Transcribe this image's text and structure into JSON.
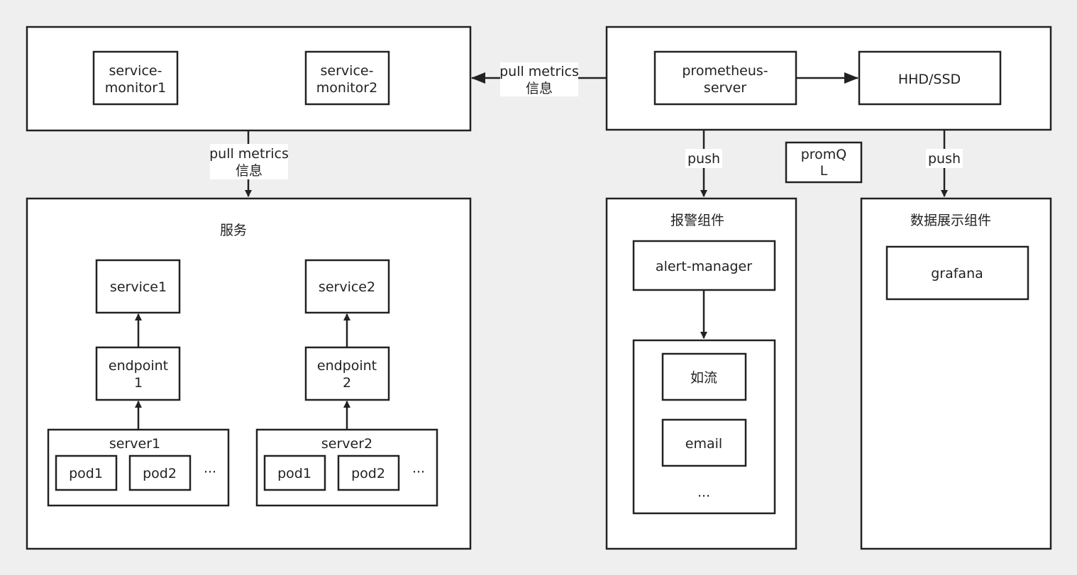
{
  "diagram": {
    "service_monitor_group": {
      "monitor1": [
        "service-",
        "monitor1"
      ],
      "monitor2": [
        "service-",
        "monitor2"
      ]
    },
    "prometheus_group": {
      "server": [
        "prometheus-",
        "server"
      ],
      "storage": "HHD/SSD"
    },
    "services_group": {
      "title": "服务",
      "service1": "service1",
      "service2": "service2",
      "endpoint1": [
        "endpoint",
        "1"
      ],
      "endpoint2": [
        "endpoint",
        "2"
      ],
      "server1": {
        "label": "server1",
        "pods": [
          "pod1",
          "pod2"
        ],
        "more": "···"
      },
      "server2": {
        "label": "server2",
        "pods": [
          "pod1",
          "pod2"
        ],
        "more": "···"
      }
    },
    "alert_group": {
      "title": "报警组件",
      "manager": "alert-manager",
      "channels": [
        "如流",
        "email"
      ],
      "more": "···"
    },
    "dashboard_group": {
      "title": "数据展示组件",
      "tool": "grafana"
    },
    "promql": [
      "promQ",
      "L"
    ],
    "edges": {
      "pull_to_monitors": [
        "pull metrics",
        "信息"
      ],
      "pull_to_services": [
        "pull metrics",
        "信息"
      ],
      "push_alert": "push",
      "push_dashboard": "push"
    }
  }
}
